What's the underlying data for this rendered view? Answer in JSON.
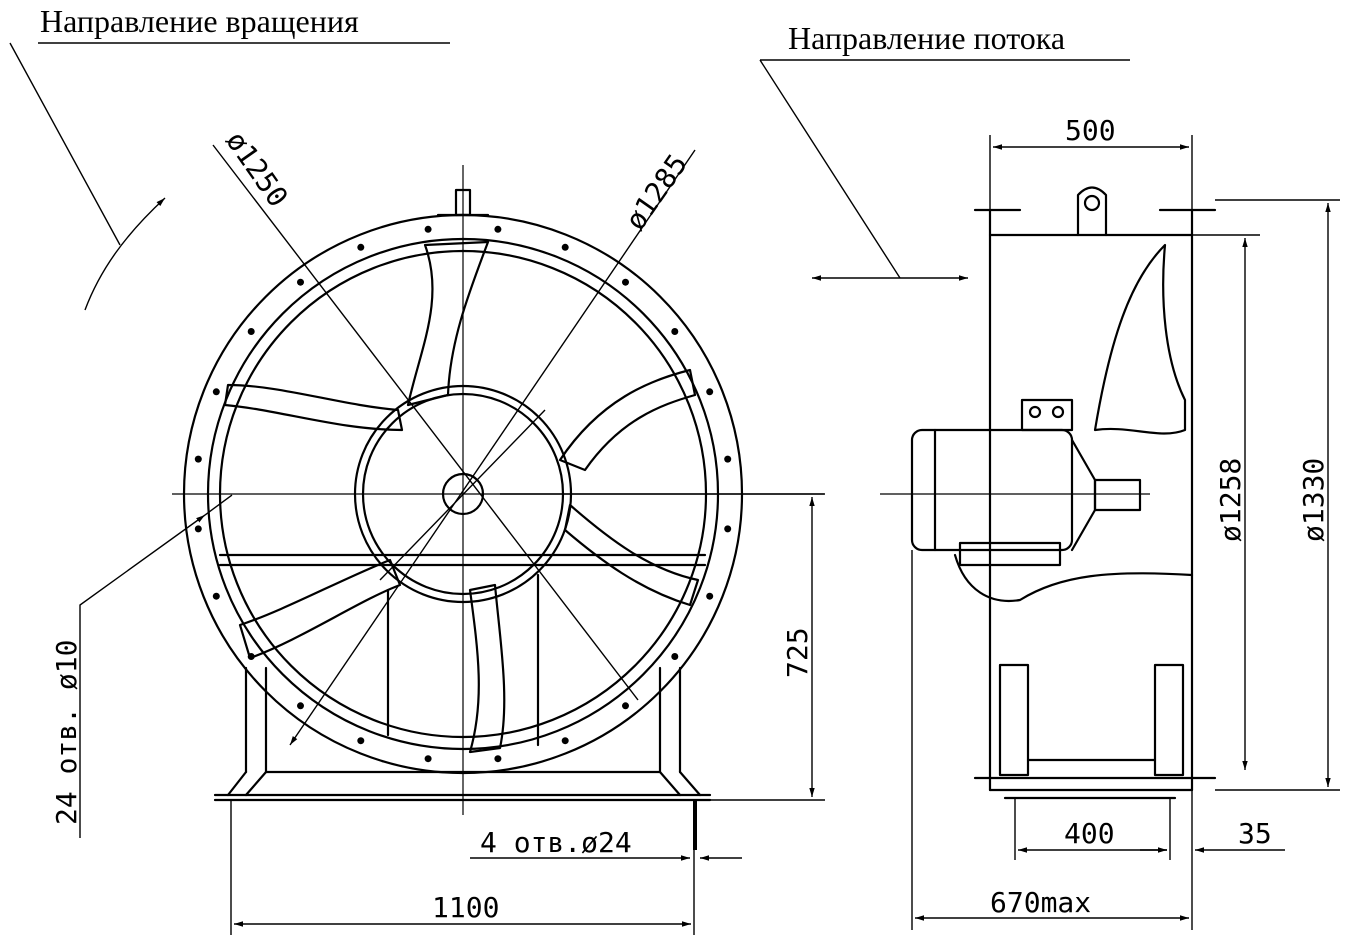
{
  "labels": {
    "rotation_direction": "Направление вращения",
    "flow_direction": "Направление потока",
    "width_500": "500",
    "dia_1250": "ø1250",
    "dia_1285": "ø1285",
    "dia_1258": "ø1258",
    "dia_1330": "ø1330",
    "holes_24": "24 отв. ø10",
    "height_725": "725",
    "holes_4": "4 отв.ø24",
    "width_1100": "1100",
    "width_400": "400",
    "width_35": "35",
    "width_670": "670max"
  },
  "icons": {
    "rotation_arrow": "curved-arrow-icon",
    "flow_arrow": "double-arrow-icon"
  },
  "colors": {
    "ink": "#000000",
    "paper": "#ffffff"
  }
}
